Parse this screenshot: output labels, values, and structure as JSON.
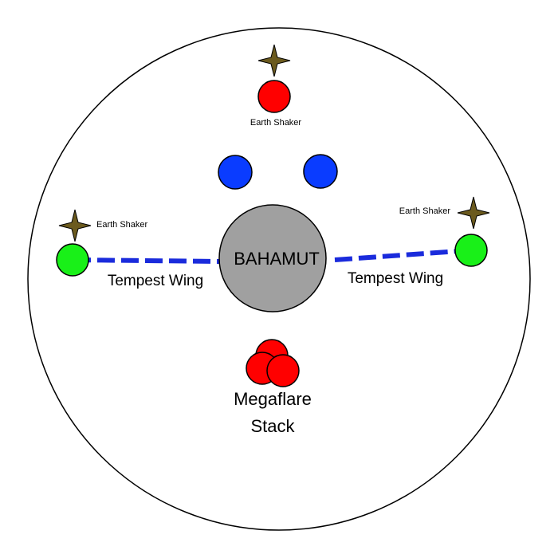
{
  "boss": {
    "label": "BAHAMUT",
    "color": "#a0a0a0"
  },
  "earth_shaker": {
    "top": "Earth Shaker",
    "left": "Earth Shaker",
    "right": "Earth Shaker",
    "marker_color": "#6b5a1e"
  },
  "tempest_wing": {
    "left": "Tempest Wing",
    "right": "Tempest Wing",
    "tether_color": "#1a2bdc"
  },
  "megaflare": {
    "line1": "Megaflare",
    "line2": "Stack"
  },
  "colors": {
    "red": "#ff0000",
    "blue": "#0a3cff",
    "green": "#19f018",
    "outline": "#000000"
  }
}
